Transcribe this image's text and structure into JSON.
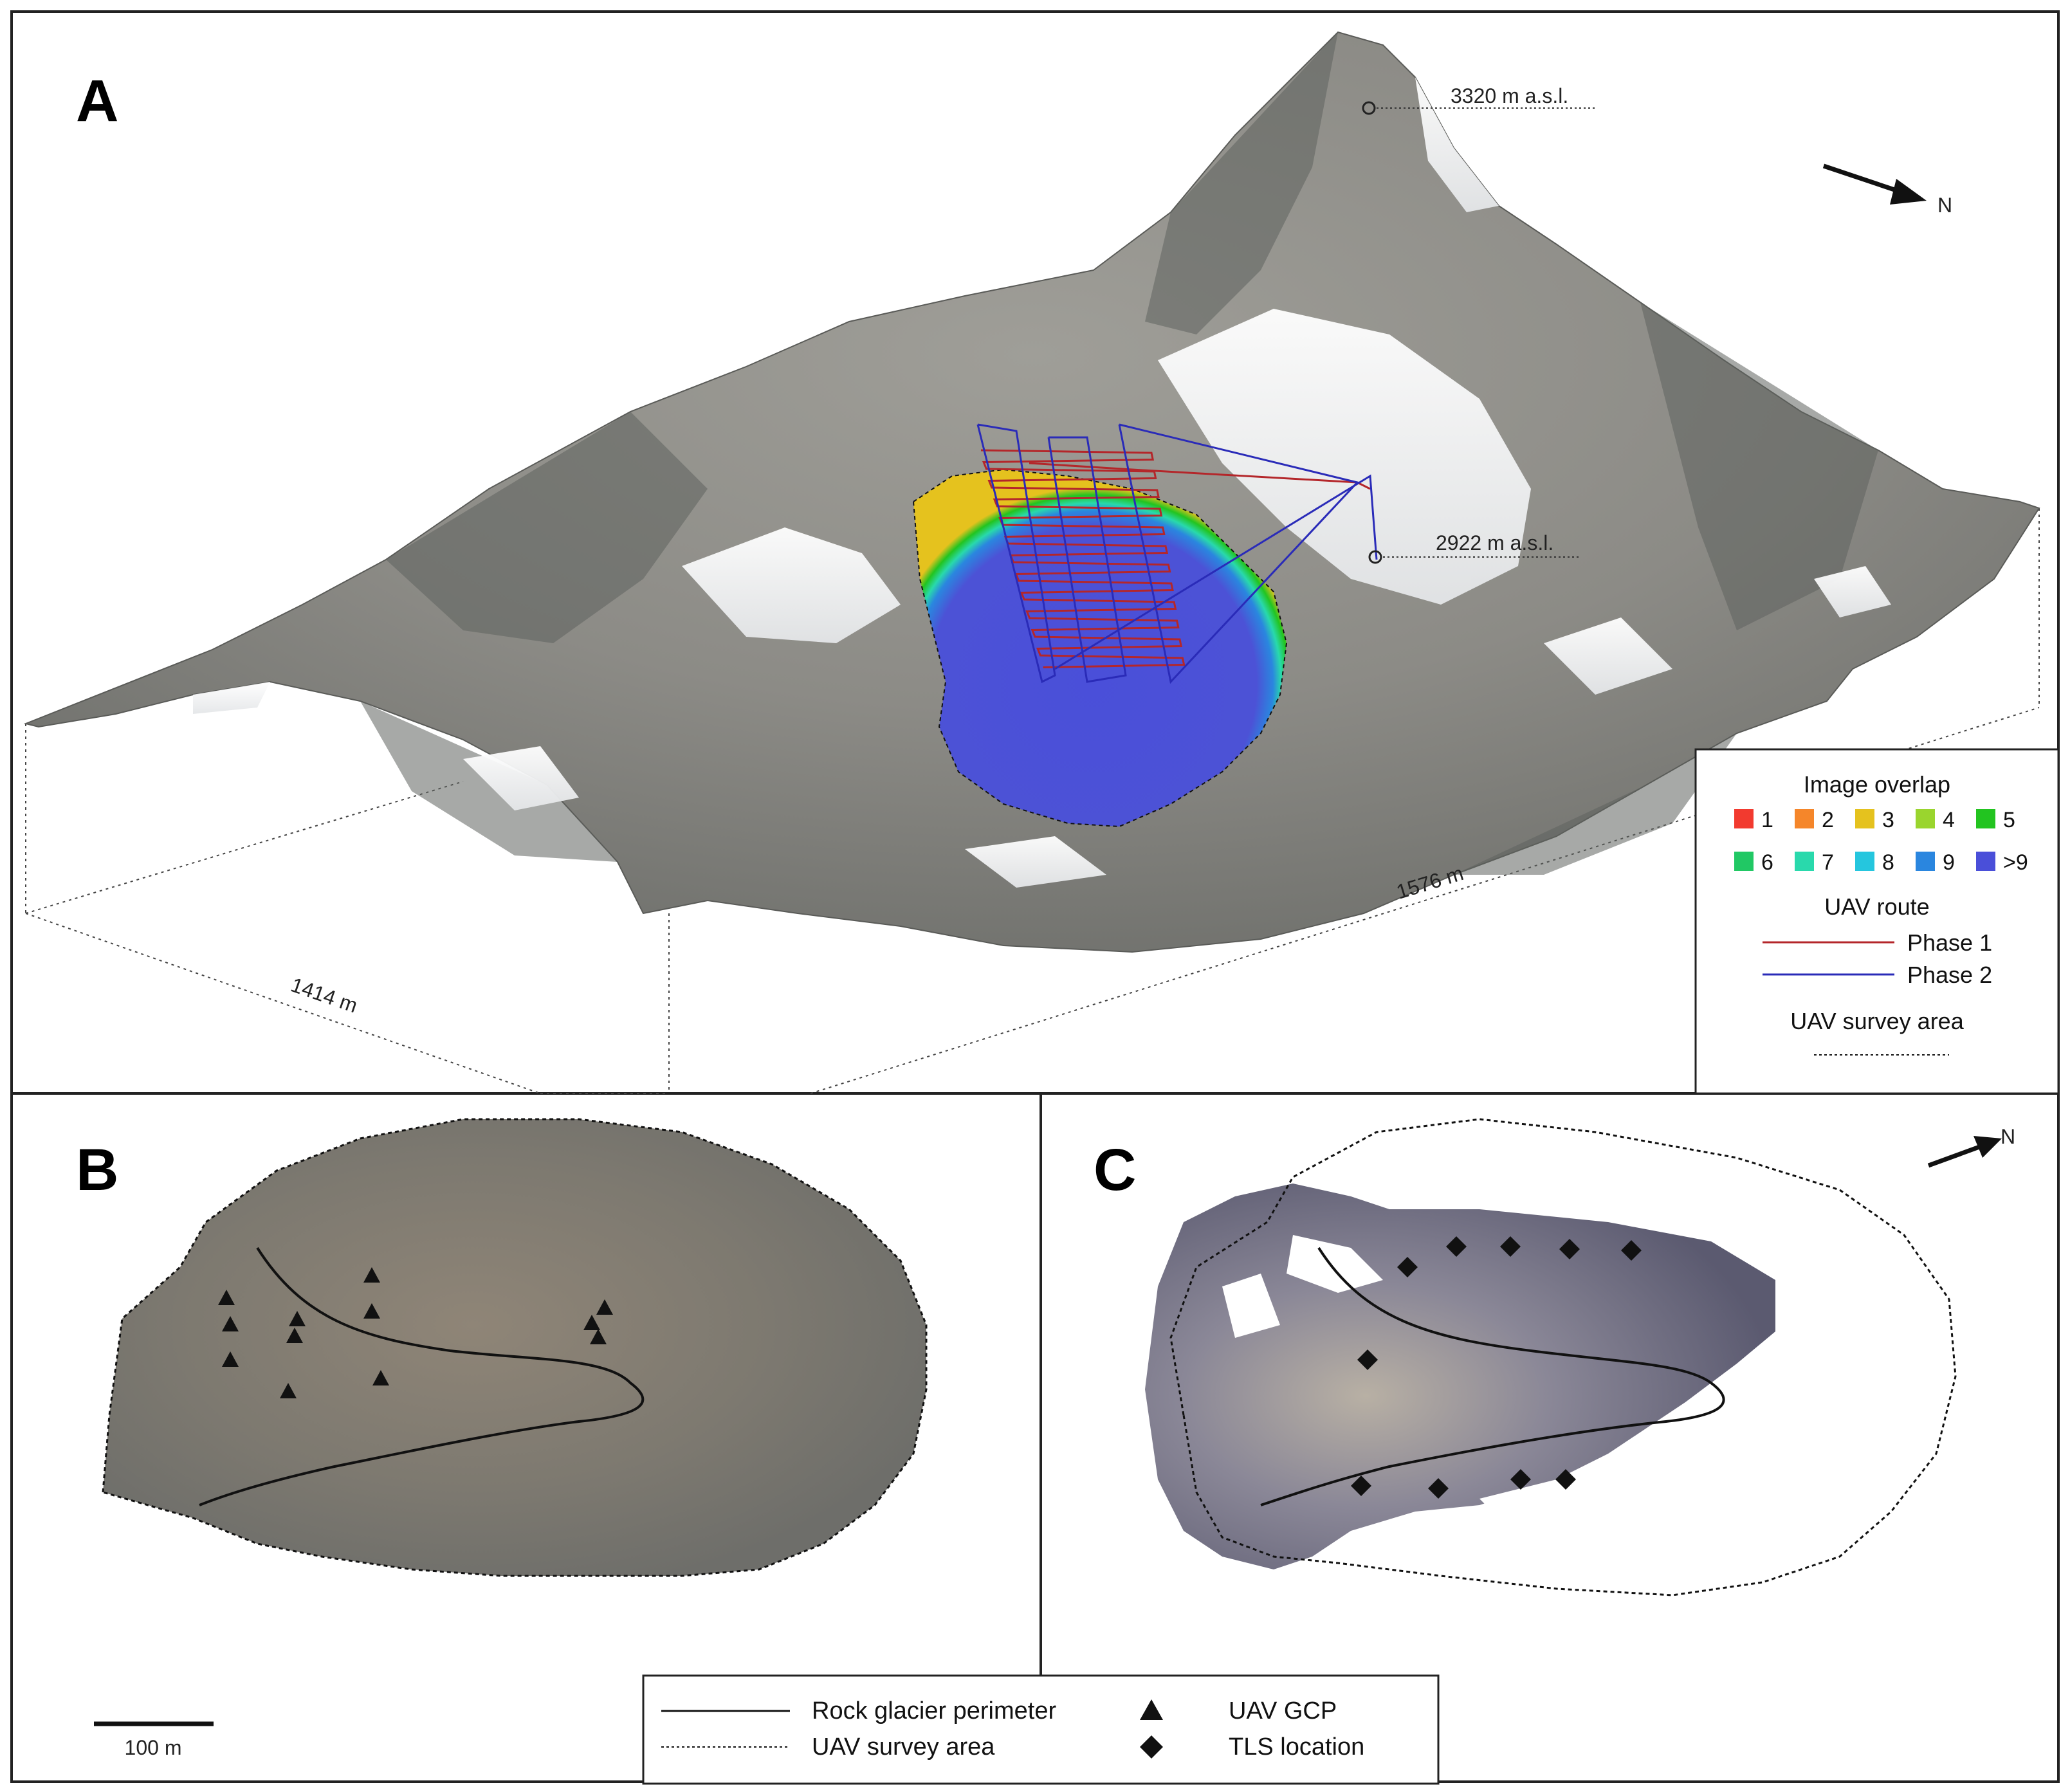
{
  "panels": {
    "a": {
      "letter": "A"
    },
    "b": {
      "letter": "B"
    },
    "c": {
      "letter": "C"
    }
  },
  "elevation_labels": {
    "summit": "3320 m a.s.l.",
    "takeoff": "2922 m a.s.l."
  },
  "dimensions": {
    "width": "1414 m",
    "length": "1576 m"
  },
  "north_label": "N",
  "scale_bar": {
    "label": "100 m"
  },
  "overlap_legend": {
    "title": "Image overlap",
    "items": [
      {
        "label": "1",
        "color": "#f23a2f"
      },
      {
        "label": "2",
        "color": "#f5862a"
      },
      {
        "label": "3",
        "color": "#e5c21e"
      },
      {
        "label": "4",
        "color": "#9ad52e"
      },
      {
        "label": "5",
        "color": "#22c420"
      },
      {
        "label": "6",
        "color": "#21c864"
      },
      {
        "label": "7",
        "color": "#29d9ac"
      },
      {
        "label": "8",
        "color": "#25c6de"
      },
      {
        "label": "9",
        "color": "#2a86df"
      },
      {
        "label": ">9",
        "color": "#4a4fd9"
      }
    ],
    "route_title": "UAV route",
    "phase1": "Phase 1",
    "phase2": "Phase 2",
    "phase1_color": "#b4262a",
    "phase2_color": "#2a2bb8",
    "survey_title": "UAV survey area"
  },
  "bottom_legend": {
    "perimeter": "Rock glacier perimeter",
    "survey_area": "UAV survey area",
    "gcp": "UAV GCP",
    "tls": "TLS location"
  }
}
